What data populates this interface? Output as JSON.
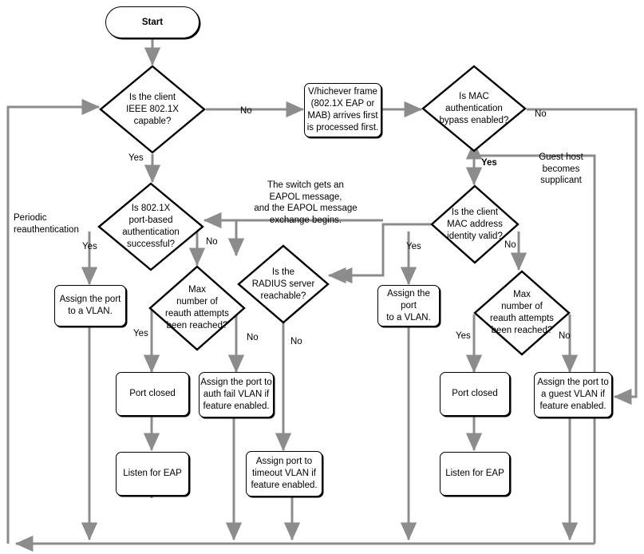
{
  "diagram": {
    "title": "IEEE 802.1X and MAC Authentication Bypass Flowchart",
    "line_color": "#8c8c8c",
    "shape_border_color": "#000000",
    "text_color": "#000000",
    "background": "#ffffff"
  },
  "nodes": {
    "start": {
      "label": "Start",
      "shape": "terminator"
    },
    "client_dot1x_capable": {
      "label": "Is the client\nIEEE 802.1X\ncapable?",
      "shape": "decision"
    },
    "whichever_frame": {
      "label": "V/hichever frame\n(802.1X EAP or\nMAB) arrives first\nis processed first.",
      "shape": "process"
    },
    "mab_enabled": {
      "label": "Is MAC\nauthentication\nbypass enabled?",
      "shape": "decision"
    },
    "dot1x_auth_successful": {
      "label": "Is 802.1X\nport-based\nauthentication\nsuccessful?",
      "shape": "decision"
    },
    "assign_vlan_left": {
      "label": "Assign the port\nto a VLAN.",
      "shape": "process"
    },
    "max_reauth_left": {
      "label": "Max\nnumber of\nreauth attempts\nbeen reached?",
      "shape": "decision"
    },
    "radius_reachable": {
      "label": "Is the\nRADIUS server\nreachable?",
      "shape": "decision"
    },
    "port_closed_left": {
      "label": "Port closed",
      "shape": "process"
    },
    "listen_eap_left": {
      "label": "Listen for EAP",
      "shape": "process"
    },
    "auth_fail_vlan": {
      "label": "Assign the port to\nauth fail VLAN if\nfeature enabled.",
      "shape": "process"
    },
    "timeout_vlan": {
      "label": "Assign port to\ntimeout VLAN if\nfeature enabled.",
      "shape": "process"
    },
    "mac_identity_valid": {
      "label": "Is the client\nMAC address\nidentity valid?",
      "shape": "decision"
    },
    "assign_vlan_right": {
      "label": "Assign the port\nto a VLAN.",
      "shape": "process"
    },
    "max_reauth_right": {
      "label": "Max\nnumber of\nreauth attempts\nbeen reached?",
      "shape": "decision"
    },
    "port_closed_right": {
      "label": "Port closed",
      "shape": "process"
    },
    "listen_eap_right": {
      "label": "Listen for EAP",
      "shape": "process"
    },
    "guest_vlan": {
      "label": "Assign the port to\na guest VLAN if\nfeature enabled.",
      "shape": "process"
    }
  },
  "edge_labels": {
    "dot1x_capable_no": "No",
    "dot1x_capable_yes": "Yes",
    "mab_enabled_no": "No",
    "mab_enabled_yes": "Yes",
    "dot1x_auth_yes": "Yes",
    "dot1x_auth_no": "No",
    "max_reauth_left_yes": "Yes",
    "max_reauth_left_no": "No",
    "radius_no": "No",
    "mac_identity_yes": "Yes",
    "mac_identity_no": "No",
    "max_reauth_right_yes": "Yes",
    "max_reauth_right_no": "No"
  },
  "notes": {
    "periodic_reauthentication": "Periodic\nreauthentication",
    "eapol_exchange": "The switch gets an\nEAPOL message,\nand the EAPOL message\nexchange begins.",
    "guest_host": "Guest host\nbecomes\nsupplicant"
  }
}
